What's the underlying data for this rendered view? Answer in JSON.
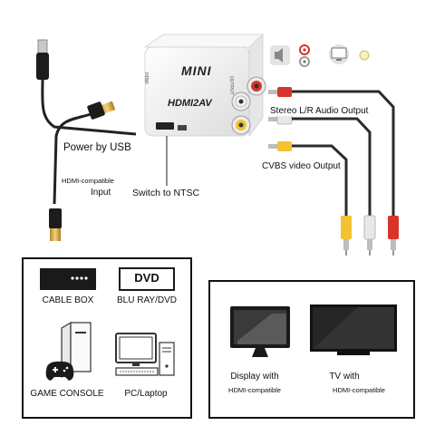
{
  "device": {
    "brand": "MINI",
    "model": "HDMI2AV",
    "port_left": "HDMI",
    "port_right": "OUTPUT"
  },
  "labels": {
    "power": "Power by USB",
    "hdmi_input_line1": "HDMI-compatible",
    "hdmi_input_line2": "Input",
    "switch": "Switch to NTSC",
    "stereo": "Stereo L/R Audio Output",
    "cvbs": "CVBS video Output"
  },
  "sources": [
    {
      "label": "CABLE BOX",
      "icon": "cable-box-icon"
    },
    {
      "label": "BLU RAY/DVD",
      "icon": "dvd-icon",
      "badge": "DVD"
    },
    {
      "label": "GAME CONSOLE",
      "icon": "game-console-icon"
    },
    {
      "label": "PC/Laptop",
      "icon": "pc-icon"
    }
  ],
  "displays": [
    {
      "label": "Display with",
      "sub": "HDMI-compatible",
      "icon": "monitor-icon"
    },
    {
      "label": "TV with",
      "sub": "HDMI-compatible",
      "icon": "tv-icon"
    }
  ],
  "colors": {
    "plug_red": "#d9342b",
    "plug_white": "#e8e8e8",
    "plug_yellow": "#f2c230",
    "cable": "#2b2b2b",
    "device_body": "#f4f4f4"
  }
}
